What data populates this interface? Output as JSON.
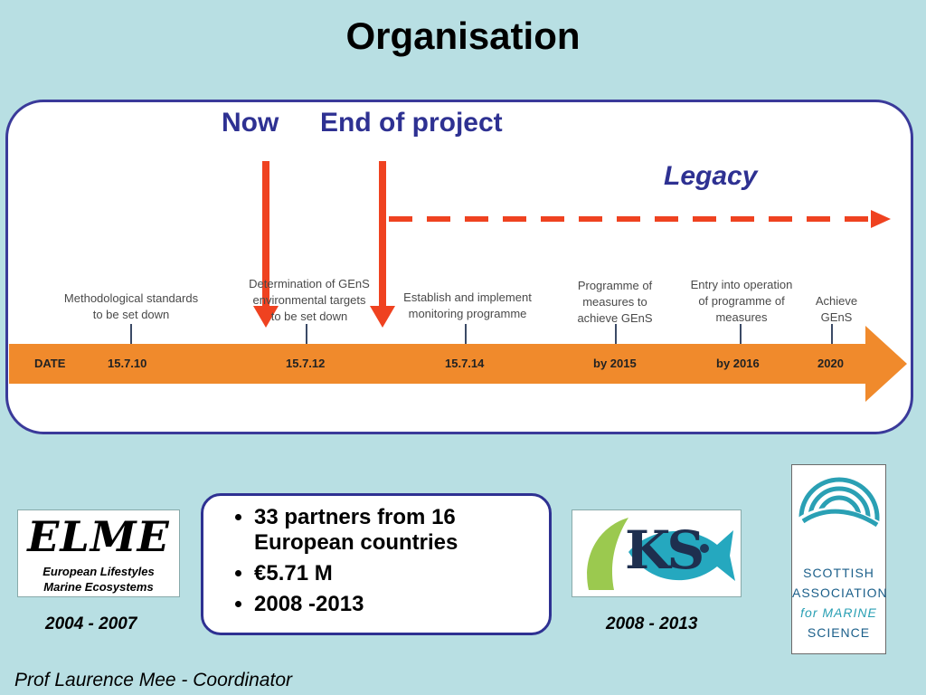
{
  "title": "Organisation",
  "timeline": {
    "now_label": "Now",
    "end_label": "End of project",
    "legacy_label": "Legacy",
    "milestones": [
      {
        "line1": "Methodological standards",
        "line2": "to be set down",
        "line3": ""
      },
      {
        "line1": "Determination of GEnS",
        "line2": "environmental targets",
        "line3": "to be set down"
      },
      {
        "line1": "Establish and implement",
        "line2": "monitoring programme",
        "line3": ""
      },
      {
        "line1": "Programme of",
        "line2": "measures to",
        "line3": "achieve GEnS"
      },
      {
        "line1": "Entry into operation",
        "line2": "of  programme of",
        "line3": "measures"
      },
      {
        "line1": "Achieve",
        "line2": "GEnS",
        "line3": ""
      }
    ],
    "date_header": "DATE",
    "dates": [
      "15.7.10",
      "15.7.12",
      "15.7.14",
      "by 2015",
      "by 2016",
      "2020"
    ],
    "colors": {
      "arrow": "#f08a2c",
      "marker": "#ef4220",
      "label": "#2e3192"
    }
  },
  "info": {
    "items": [
      "33 partners from 16 European countries",
      "€5.71 M",
      "2008 -2013"
    ]
  },
  "elme": {
    "name": "ELME",
    "line1": "European Lifestyles",
    "line2": "Marine Ecosystems",
    "period": "2004 - 2007"
  },
  "ks": {
    "name": "KS",
    "period": "2008 - 2013"
  },
  "sams": {
    "words": [
      "SCOTTISH",
      "ASSOCIATION",
      "for MARINE",
      "SCIENCE"
    ]
  },
  "footer": {
    "coordinator": "Prof Laurence Mee - Coordinator"
  }
}
